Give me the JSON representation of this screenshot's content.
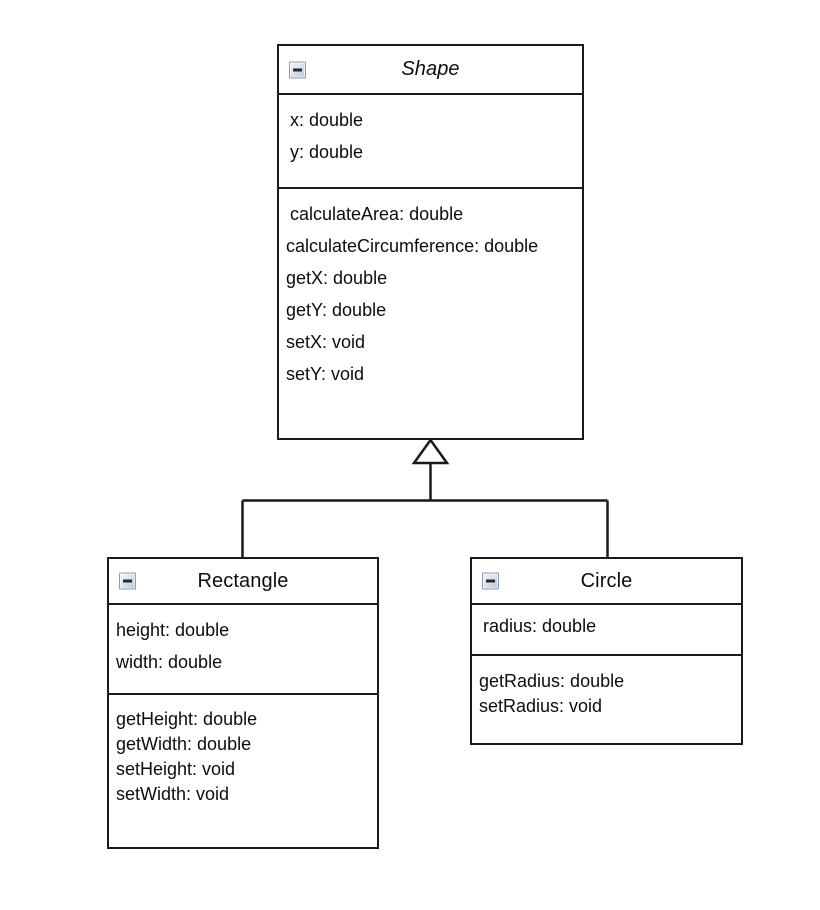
{
  "diagram": {
    "type": "uml-class-diagram",
    "background": "#ffffff",
    "line_color": "#1a1a1a",
    "text_color": "#0d0d0d",
    "relationship": "generalization",
    "relationship_arrow": "hollow-triangle"
  },
  "classes": {
    "shape": {
      "name": "Shape",
      "abstract": true,
      "icon": "collapse-minus-icon",
      "attributes": [
        "x: double",
        "y: double"
      ],
      "methods": [
        "calculateArea: double",
        "calculateCircumference: double",
        "getX: double",
        "getY: double",
        "setX: void",
        "setY: void"
      ]
    },
    "rectangle": {
      "name": "Rectangle",
      "abstract": false,
      "icon": "collapse-minus-icon",
      "attributes": [
        "height: double",
        "width: double"
      ],
      "methods": [
        "getHeight: double",
        "getWidth: double",
        "setHeight: void",
        "setWidth: void"
      ]
    },
    "circle": {
      "name": "Circle",
      "abstract": false,
      "icon": "collapse-minus-icon",
      "attributes": [
        "radius: double"
      ],
      "methods": [
        "getRadius: double",
        "setRadius: void"
      ]
    }
  }
}
